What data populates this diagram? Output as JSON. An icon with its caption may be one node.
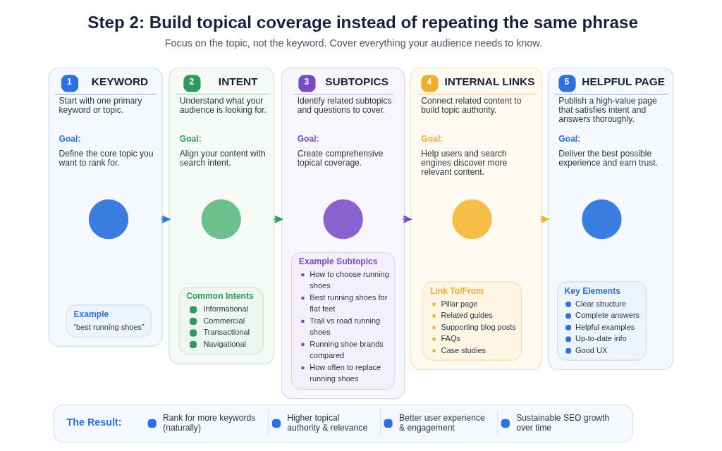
{
  "diagram": {
    "title": "Step 2: Build topical coverage instead of repeating the same phrase",
    "caption": "Focus on the topic, not the keyword. Cover everything your audience needs to know.",
    "nodes": [
      {
        "text": [
          "1",
          "KEYWORD",
          "Start with one primary keyword or topic.",
          "Goal:",
          "Define the core topic you want to rank for."
        ]
      },
      {
        "text": [],
        "shape": "circle",
        "in": 0
      },
      {
        "text": [
          "Example",
          "“best running shoes”"
        ],
        "in": 0
      },
      {
        "text": [
          "2",
          "INTENT",
          "Understand what your audience is looking for.",
          "Goal:",
          "Align your content with search intent."
        ]
      },
      {
        "text": [],
        "shape": "circle",
        "in": 3
      },
      {
        "text": [
          "Common Intents",
          "Informational",
          "Commercial",
          "Transactional",
          "Navigational"
        ],
        "in": 3
      },
      {
        "text": [
          "3",
          "SUBTOPICS",
          "Identify related subtopics and questions to cover.",
          "Goal:",
          "Create comprehensive topical coverage."
        ]
      },
      {
        "text": [],
        "shape": "circle",
        "in": 6
      },
      {
        "text": [
          "Example Subtopics",
          "How to choose running shoes",
          "Best running shoes for flat feet",
          "Trail vs road running shoes",
          "Running shoe brands compared",
          "How often to replace running shoes"
        ],
        "in": 6
      },
      {
        "text": [
          "4",
          "INTERNAL LINKS",
          "Connect related content to build topic authority.",
          "Goal:",
          "Help users and search engines discover more relevant content."
        ]
      },
      {
        "text": [],
        "shape": "circle",
        "in": 9
      },
      {
        "text": [
          "Link To/From",
          "Pillar page",
          "Related guides",
          "Supporting blog posts",
          "FAQs",
          "Case studies"
        ],
        "in": 9
      },
      {
        "text": [
          "5",
          "HELPFUL PAGE",
          "Publish a high-value page that satisfies intent and answers thoroughly.",
          "Goal:",
          "Deliver the best possible experience and earn trust."
        ]
      },
      {
        "text": [],
        "shape": "circle",
        "in": 12
      },
      {
        "text": [
          "Key Elements",
          "Clear structure",
          "Complete answers",
          "Helpful examples",
          "Up-to-date info",
          "Good UX"
        ],
        "in": 12
      },
      {
        "text": [
          "The Result:",
          "Rank for more keywords (naturally)",
          "Higher topical authority & relevance",
          "Better user experience & engagement",
          "Sustainable SEO growth over time"
        ]
      }
    ],
    "edges": [
      {
        "from": 0,
        "to": 3,
        "arrow": "to",
        "color": "#2f73e0"
      },
      {
        "from": 3,
        "to": 6,
        "arrow": "to",
        "color": "#2e9e5b"
      },
      {
        "from": 6,
        "to": 9,
        "arrow": "to",
        "color": "#7b4cc8"
      },
      {
        "from": 9,
        "to": 12,
        "arrow": "to",
        "color": "#f2b33d"
      }
    ]
  }
}
